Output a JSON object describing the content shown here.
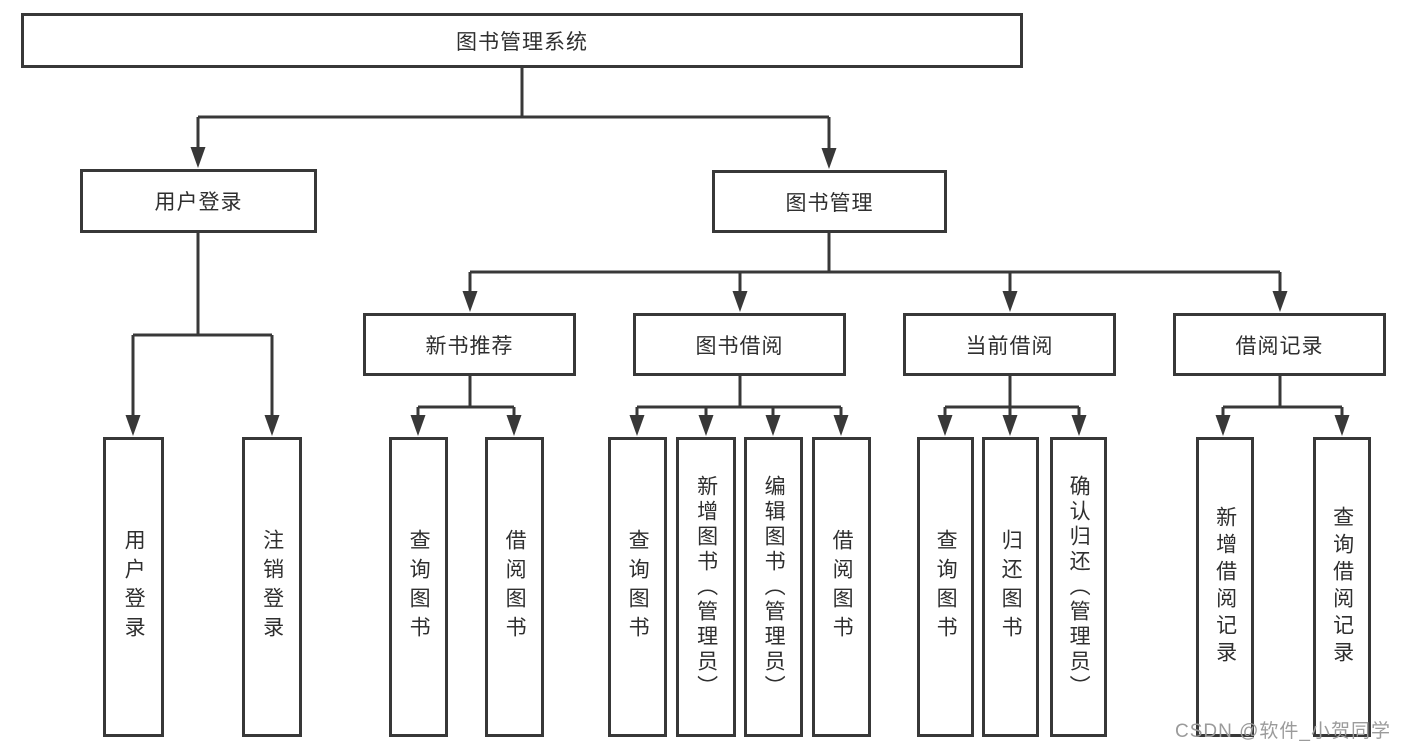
{
  "nodes": {
    "root": "图书管理系统",
    "user_login": "用户登录",
    "book_management": "图书管理",
    "new_book_recommend": "新书推荐",
    "book_borrow": "图书借阅",
    "current_borrow": "当前借阅",
    "borrow_record": "借阅记录",
    "leaf_user_login": "用户登录",
    "leaf_logout_login": "注销登录",
    "leaf_query_book_recommend": "查询图书",
    "leaf_borrow_book_recommend": "借阅图书",
    "leaf_query_book_borrow": "查询图书",
    "leaf_add_book_admin": "新增图书（管理员）",
    "leaf_edit_book_admin": "编辑图书（管理员）",
    "leaf_borrow_book_borrow": "借阅图书",
    "leaf_query_book_current": "查询图书",
    "leaf_return_book": "归还图书",
    "leaf_confirm_return_admin": "确认归还（管理员）",
    "leaf_add_borrow_record": "新增借阅记录",
    "leaf_query_borrow_record": "查询借阅记录"
  },
  "watermark": "CSDN @软件_小贺同学",
  "colors": {
    "line": "#383838",
    "text": "#2f2f2f",
    "watermark": "#9b9b9b",
    "background": "#ffffff"
  }
}
